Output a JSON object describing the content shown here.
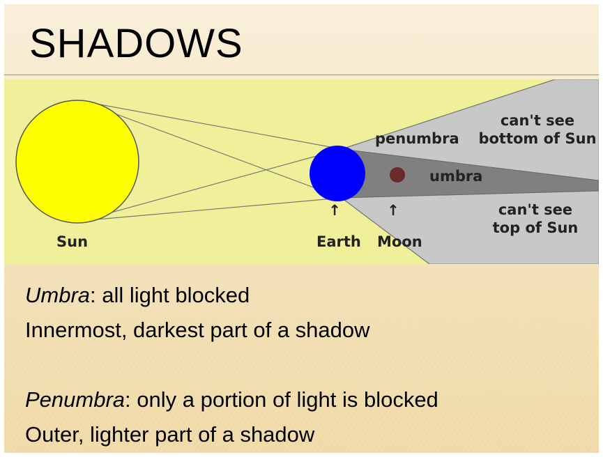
{
  "slide": {
    "title": "SHADOWS"
  },
  "diagram": {
    "labels": {
      "sun": "Sun",
      "earth": "Earth",
      "moon": "Moon",
      "penumbra": "penumbra",
      "umbra": "umbra",
      "upper_note_line1": "can't see",
      "upper_note_line2": "bottom of Sun",
      "lower_note_line1": "can't see",
      "lower_note_line2": "top of Sun",
      "arrow_glyph": "↑"
    },
    "colors": {
      "background": "#f0f09a",
      "sun": "#ffff00",
      "earth": "#0000ff",
      "moon": "#6b2a2a",
      "penumbra": "#c8c8c8",
      "umbra": "#808080"
    }
  },
  "definitions": {
    "umbra_term": "Umbra",
    "umbra_colon": ":",
    "umbra_desc": " all light blocked",
    "umbra_detail": "Innermost, darkest part of a shadow",
    "penumbra_term": "Penumbra",
    "penumbra_colon": ":",
    "penumbra_desc": " only a portion of light is blocked",
    "penumbra_detail": "Outer, lighter part of a shadow"
  }
}
